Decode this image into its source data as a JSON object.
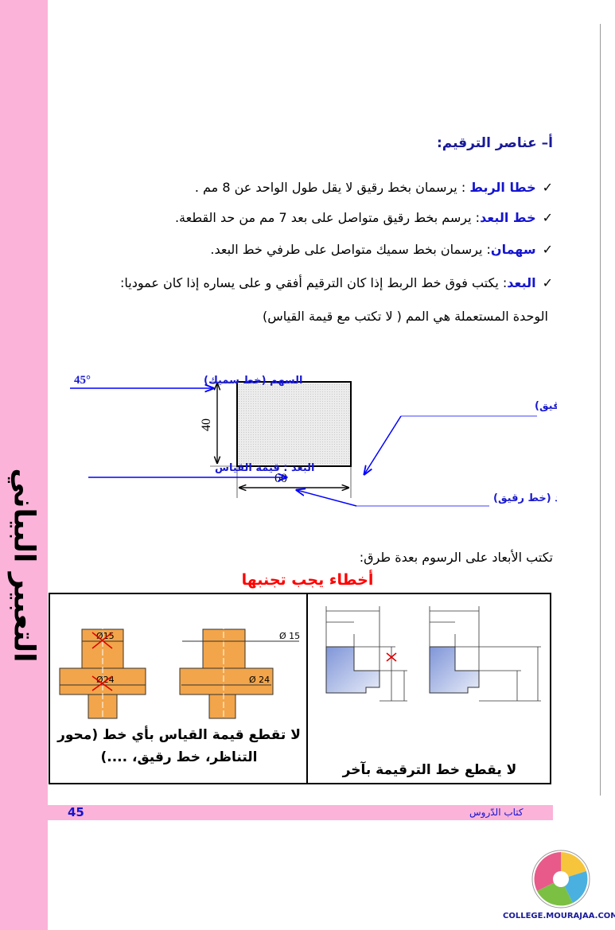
{
  "sidebar": {
    "title": "التعبير البياني"
  },
  "section": {
    "heading": "أ– عناصر الترقيم:",
    "items": [
      {
        "term": "خطا الربط",
        "text": " : يرسمان بخط رقيق لا يقل طول الواحد عن 8 مم ."
      },
      {
        "term": "خط البعد",
        "text": ": يرسم بخط رقيق متواصل على بعد 7 مم من حد القطعة."
      },
      {
        "term": "سهمان",
        "text": ": يرسمان بخط سميك متواصل على طرفي خط البعد."
      },
      {
        "term": "البعد",
        "text": ": يكتب فوق خط الربط إذا كان الترقيم أفقي و على يساره إذا كان عموديا:"
      }
    ],
    "unit_note": "الوحدة المستعملة هي المم ( لا تكتب مع قيمة القياس)"
  },
  "diagram": {
    "arrow_label": "السهم (خط سميك)",
    "angle": "45°",
    "dimension_label": "البعد : قيمة القياس",
    "extension_label": "خطا الربط (خط رقيق)",
    "dimline_label": "خط البعد (خط رقيق)",
    "height_value": "40",
    "width_value": "60"
  },
  "methods_text": "تكتب الأبعاد على الرسوم بعدة طرق:",
  "mistakes": {
    "title": "أخطاء يجب تجنبها",
    "left_caption": "لا تقطع قيمة القياس بأي خط (محور التناظر، خط رقيق، ....)",
    "right_caption": "لا يقطع خط الترقيمة بآخر",
    "labels": [
      "Ø15",
      "Ø24",
      "Ø 15",
      "Ø 24"
    ]
  },
  "footer": {
    "page": "45",
    "book": "كتاب الدّروس"
  },
  "logo": {
    "site": "COLLEGE.MOURAJAA.COM"
  }
}
